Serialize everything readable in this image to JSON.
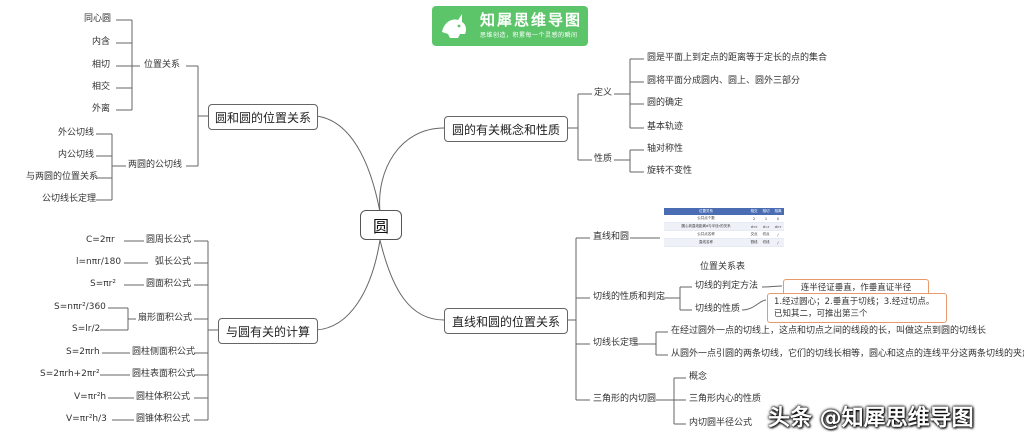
{
  "logo": {
    "title": "知犀思维导图",
    "subtitle": "思维创造，积累每一个灵感的瞬间"
  },
  "center": "圆",
  "branches": {
    "circle_position": {
      "title": "圆和圆的位置关系",
      "position_label": "位置关系",
      "position_items": [
        "同心圆",
        "内含",
        "相切",
        "相交",
        "外离"
      ],
      "tangent_label": "两圆的公切线",
      "tangent_items": [
        "外公切线",
        "内公切线",
        "与两圆的位置关系",
        "公切线长定理"
      ]
    },
    "calc": {
      "title": "与圆有关的计算",
      "formulas": [
        {
          "f": "C=2πr",
          "name": "圆周长公式"
        },
        {
          "f": "l=nπr/180",
          "name": "弧长公式"
        },
        {
          "f": "S=πr²",
          "name": "圆面积公式"
        },
        {
          "f": "S=nπr²/360",
          "name": ""
        },
        {
          "f": "S=lr/2",
          "name": ""
        },
        {
          "f": "S=2πrh",
          "name": "圆柱侧面积公式"
        },
        {
          "f": "S=2πrh+2πr²",
          "name": "圆柱表面积公式"
        },
        {
          "f": "V=πr²h",
          "name": "圆柱体积公式"
        },
        {
          "f": "V=πr²h/3",
          "name": "圆锥体积公式"
        }
      ],
      "sector_name": "扇形面积公式"
    },
    "concept": {
      "title": "圆的有关概念和性质",
      "definition_label": "定义",
      "definition_items": [
        "圆是平面上到定点的距离等于定长的点的集合",
        "圆将平面分成圆内、圆上、圆外三部分",
        "圆的确定",
        "基本轨迹"
      ],
      "property_label": "性质",
      "property_items": [
        "轴对称性",
        "旋转不变性"
      ]
    },
    "line_circle": {
      "title": "直线和圆的位置关系",
      "relation_label": "直线和圆",
      "table_caption": "位置关系表",
      "table_header": [
        "位置关系",
        "相交",
        "相切",
        "相离"
      ],
      "table_rows": [
        [
          "公共点个数",
          "2",
          "1",
          "0"
        ],
        [
          "圆心到直线距离d与半径r的关系",
          "d<r",
          "d=r",
          "d>r"
        ],
        [
          "公共点名称",
          "交点",
          "切点",
          "/"
        ],
        [
          "直线名称",
          "割线",
          "切线",
          "/"
        ]
      ],
      "tangent_label": "切线的性质和判定",
      "judge_label": "切线的判定方法",
      "judge_note": "连半径证垂直，作垂直证半径",
      "prop_label": "切线的性质",
      "prop_note_1": "1.经过圆心；2.垂直于切线；3.经过切点。",
      "prop_note_2": "已知其二，可推出第三个",
      "length_label": "切线长定理",
      "length_items": [
        "在经过圆外一点的切线上，这点和切点之间的线段的长，叫做这点到圆的切线长",
        "从圆外一点引圆的两条切线，它们的切线长相等，圆心和这点的连线平分这两条切线的夹角"
      ],
      "incircle_label": "三角形的内切圆",
      "incircle_items": [
        "概念",
        "三角形内心的性质",
        "内切圆半径公式"
      ]
    }
  },
  "watermark": "头条 @知犀思维导图"
}
